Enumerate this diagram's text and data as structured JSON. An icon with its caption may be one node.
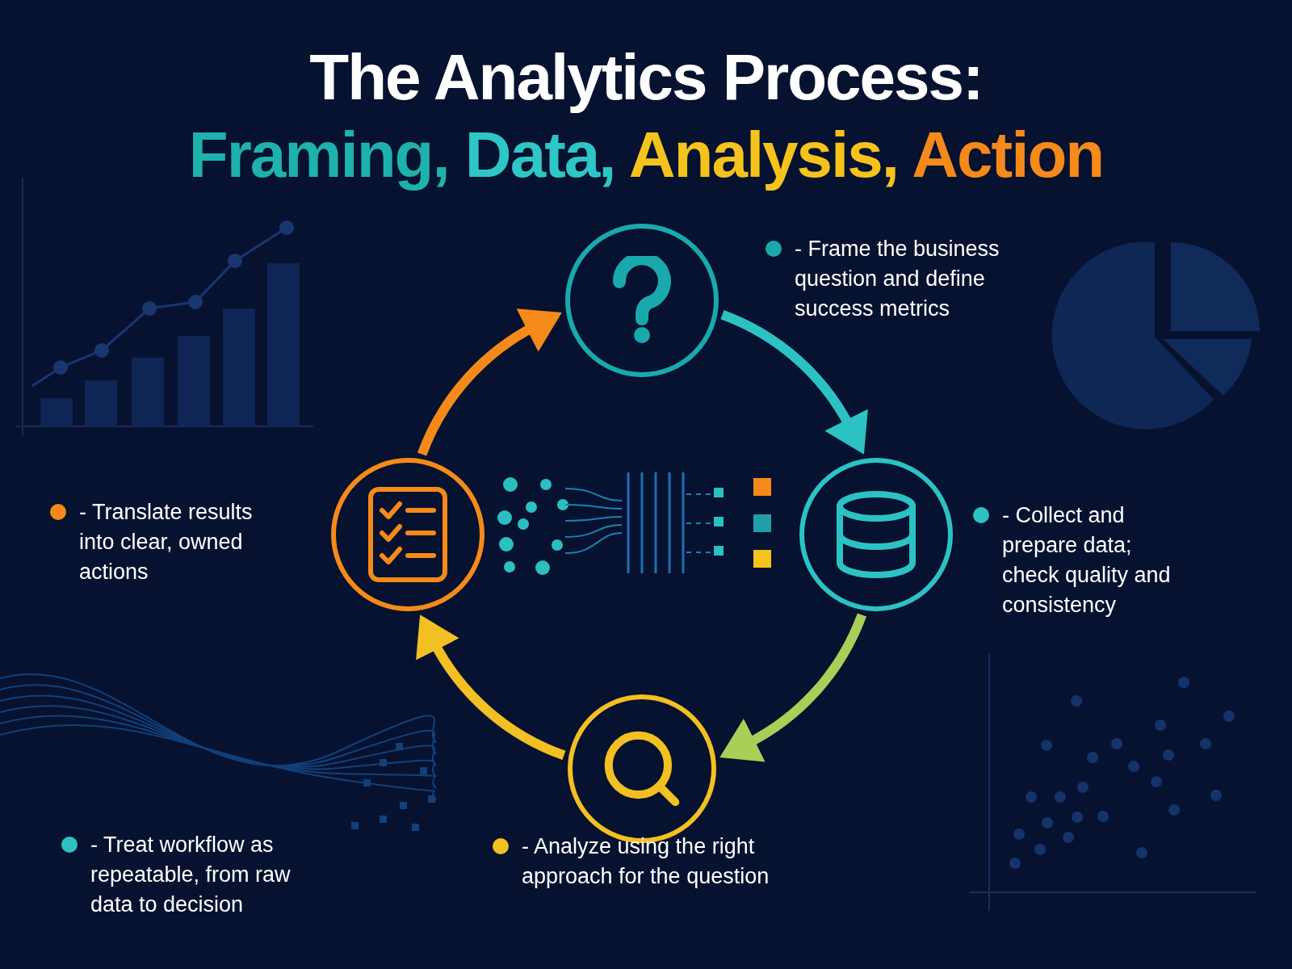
{
  "diagram": {
    "title": "The Analytics Process: Framing, Data, Analysis, Action",
    "nodes": [
      {
        "text": [],
        "shape": "circle",
        "beside": [
          "- Frame the business question and define success metrics"
        ]
      },
      {
        "text": [],
        "shape": "circle",
        "beside": [
          "- Collect and prepare data; check quality and consistency"
        ]
      },
      {
        "text": [],
        "shape": "circle",
        "beside": [
          "- Analyze using the right approach for the question"
        ]
      },
      {
        "text": [],
        "shape": "circle",
        "beside": [
          "- Translate results into clear, owned actions"
        ]
      }
    ],
    "edges": [
      {
        "from": 0,
        "to": 1,
        "arrow": "to",
        "color": "#2cc2c4"
      },
      {
        "from": 1,
        "to": 2,
        "arrow": "to",
        "color": "#a8cf58"
      },
      {
        "from": 2,
        "to": 3,
        "arrow": "to",
        "color": "#f2c022"
      },
      {
        "from": 3,
        "to": 0,
        "arrow": "to",
        "color": "#f58a1a"
      }
    ],
    "labels": [
      "- Treat workflow as repeatable, from raw data to decision"
    ]
  }
}
